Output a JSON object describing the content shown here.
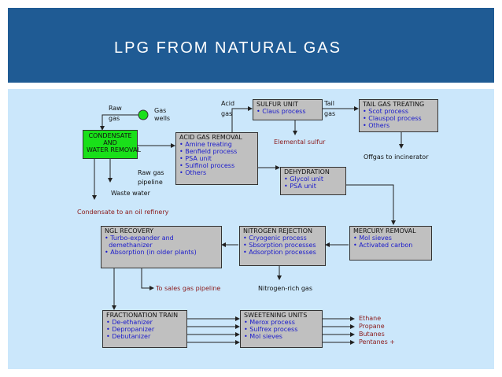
{
  "slide": {
    "title": "LPG FROM NATURAL GAS"
  },
  "boxes": {
    "condensate": {
      "title_lines": [
        "CONDENSATE",
        "AND",
        "WATER REMOVAL"
      ]
    },
    "acid_gas": {
      "title": "ACID GAS REMOVAL",
      "items": [
        "• Amine treating",
        "• Benfield process",
        "• PSA unit",
        "• Sulfinol process",
        "• Others"
      ]
    },
    "sulfur": {
      "title": "SULFUR UNIT",
      "items": [
        "• Claus process"
      ]
    },
    "tail_gas": {
      "title": "TAIL GAS TREATING",
      "items": [
        "• Scot process",
        "• Clauspol process",
        "• Others"
      ]
    },
    "dehydration": {
      "title": "DEHYDRATION",
      "items": [
        "• Glycol unit",
        "• PSA unit"
      ]
    },
    "mercury": {
      "title": "MERCURY REMOVAL",
      "items": [
        "• Mol sieves",
        "• Activated carbon"
      ]
    },
    "nitrogen": {
      "title": "NITROGEN REJECTION",
      "items": [
        "• Cryogenic process",
        "• Sbsorption processes",
        "• Adsorption processes"
      ]
    },
    "ngl": {
      "title": "NGL RECOVERY",
      "items": [
        "• Turbo-expander and",
        "  demethanizer",
        "• Absorption (in older plants)"
      ]
    },
    "fractionation": {
      "title": "FRACTIONATION TRAIN",
      "items": [
        "• De-ethanizer",
        "• Depropanizer",
        "• Debutanizer"
      ]
    },
    "sweetening": {
      "title": "SWEETENING UNITS",
      "items": [
        "• Merox process",
        "• Sulfrex process",
        "• Mol sieves"
      ]
    }
  },
  "labels": {
    "raw_gas_top_1": "Raw",
    "raw_gas_top_2": "gas",
    "gas_wells_1": "Gas",
    "gas_wells_2": "wells",
    "acid_gas_1": "Acid",
    "acid_gas_2": "gas",
    "tail_gas_1": "Tail",
    "tail_gas_2": "gas",
    "elemental_sulfur": "Elemental sulfur",
    "offgas": "Offgas to incinerator",
    "raw_gas_pipeline_1": "Raw gas",
    "raw_gas_pipeline_2": "pipeline",
    "waste_water": "Waste water",
    "condensate_refinery": "Condensate to an oil refinery",
    "to_sales_gas": "To sales gas pipeline",
    "nitrogen_rich": "Nitrogen-rich gas",
    "products": [
      "Ethane",
      "Propane",
      "Butanes",
      "Pentanes +"
    ]
  },
  "colors": {
    "header": "#1f5b94",
    "panel": "#cbe7fb",
    "box": "#c0c0c0",
    "green_box": "#19e019",
    "item_text": "#1a1acc",
    "output_text": "#8b1a1a"
  }
}
